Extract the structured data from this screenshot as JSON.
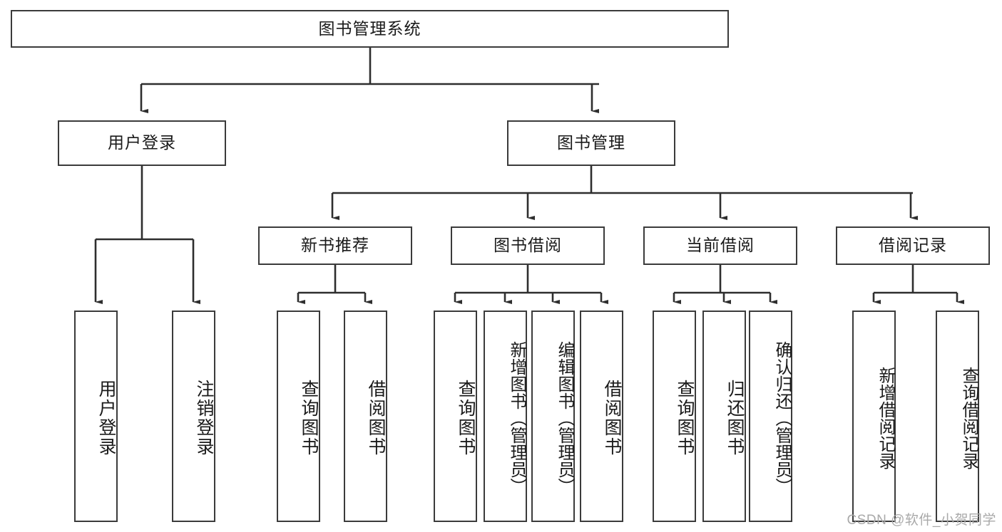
{
  "diagram": {
    "title": "图书管理系统",
    "type": "tree",
    "root": {
      "label": "图书管理系统"
    },
    "level2": [
      {
        "label": "用户登录"
      },
      {
        "label": "图书管理"
      }
    ],
    "level3": [
      {
        "label": "新书推荐"
      },
      {
        "label": "图书借阅"
      },
      {
        "label": "当前借阅"
      },
      {
        "label": "借阅记录"
      }
    ],
    "leaves": {
      "user_login": [
        {
          "label": "用户登录"
        },
        {
          "label": "注销登录"
        }
      ],
      "new_book_recommend": [
        {
          "label": "查询图书"
        },
        {
          "label": "借阅图书"
        }
      ],
      "book_borrow": [
        {
          "label": "查询图书"
        },
        {
          "label": "新增图书（管理员）"
        },
        {
          "label": "编辑图书（管理员）"
        },
        {
          "label": "借阅图书"
        }
      ],
      "current_borrow": [
        {
          "label": "查询图书"
        },
        {
          "label": "归还图书"
        },
        {
          "label": "确认归还（管理员）"
        }
      ],
      "borrow_record": [
        {
          "label": "新增借阅记录"
        },
        {
          "label": "查询借阅记录"
        }
      ]
    }
  },
  "watermark": {
    "text": "CSDN @软件_小贺同学"
  },
  "colors": {
    "stroke": "#3b3b3b",
    "background": "#ffffff",
    "text": "#1a1a1a",
    "watermark": "#a9a9a9"
  }
}
